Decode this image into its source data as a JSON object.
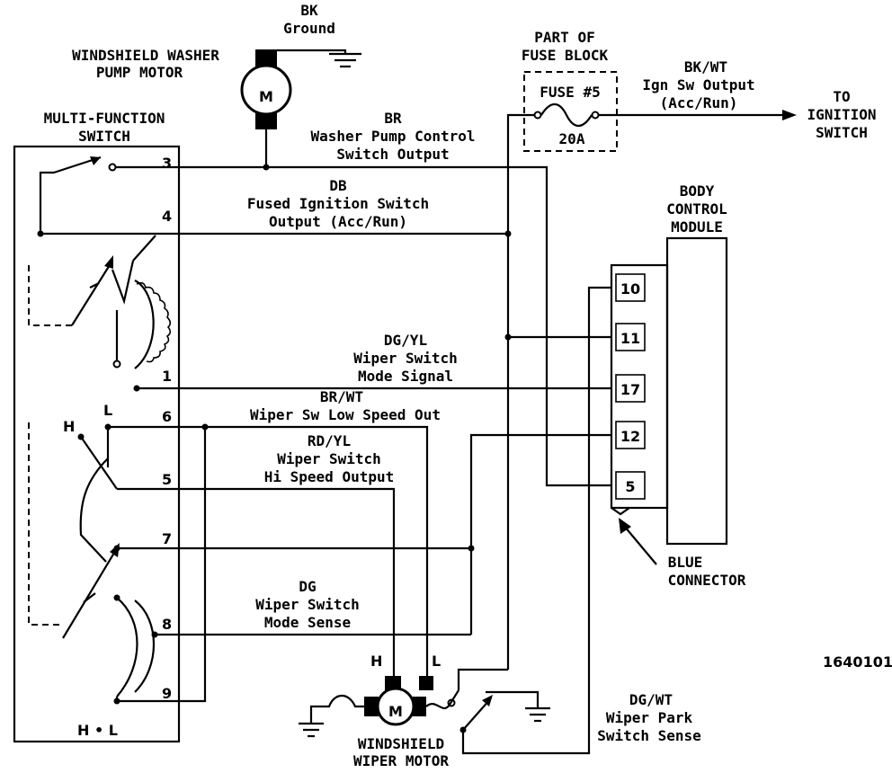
{
  "figure_id": "1640101",
  "washer_motor": {
    "title": [
      "WINDSHIELD WASHER",
      "PUMP MOTOR"
    ],
    "symbol": "M",
    "ground_label": [
      "BK",
      "Ground"
    ]
  },
  "mfs": {
    "title": [
      "MULTI-FUNCTION",
      "SWITCH"
    ],
    "pins": [
      "3",
      "4",
      "1",
      "6",
      "5",
      "7",
      "8",
      "9"
    ],
    "hl_labels": [
      "H",
      "L"
    ],
    "bottom_label": "H • L"
  },
  "fuse_block": {
    "title": [
      "PART OF",
      "FUSE BLOCK"
    ],
    "fuse_label": "FUSE #5",
    "rating": "20A"
  },
  "ign_output": {
    "label": [
      "BK/WT",
      "Ign Sw Output",
      "(Acc/Run)"
    ],
    "dest": [
      "TO",
      "IGNITION",
      "SWITCH"
    ]
  },
  "bcm": {
    "title": [
      "BODY",
      "CONTROL",
      "MODULE"
    ],
    "pins": [
      "10",
      "11",
      "17",
      "12",
      "5"
    ],
    "connector": [
      "BLUE",
      "CONNECTOR"
    ]
  },
  "wires": {
    "br": [
      "BR",
      "Washer Pump Control",
      "Switch Output"
    ],
    "db": [
      "DB",
      "Fused Ignition Switch",
      "Output (Acc/Run)"
    ],
    "dgyl": [
      "DG/YL",
      "Wiper Switch",
      "Mode Signal"
    ],
    "brwt": [
      "BR/WT",
      "Wiper Sw Low Speed Out"
    ],
    "rdyl": [
      "RD/YL",
      "Wiper Switch",
      "Hi Speed Output"
    ],
    "dg": [
      "DG",
      "Wiper Switch",
      "Mode Sense"
    ],
    "dgwt": [
      "DG/WT",
      "Wiper Park",
      "Switch Sense"
    ]
  },
  "wiper_motor": {
    "title": [
      "WINDSHIELD",
      "WIPER MOTOR"
    ],
    "symbol": "M",
    "h": "H",
    "l": "L"
  }
}
